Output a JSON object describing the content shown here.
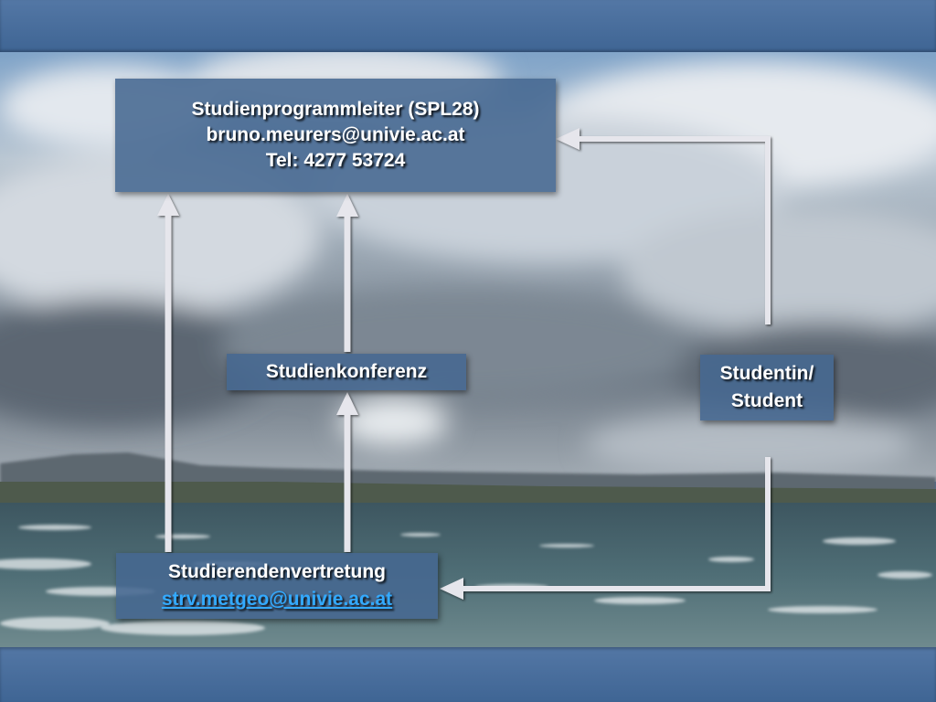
{
  "programme_director": {
    "title": "Studienprogrammleiter (SPL28)",
    "email": "bruno.meurers@univie.ac.at",
    "phone": "Tel: 4277 53724"
  },
  "conference": {
    "label": "Studienkonferenz"
  },
  "student": {
    "line1": "Studentin/",
    "line2": "Student"
  },
  "representation": {
    "title": "Studierendenvertretung",
    "email": "strv.metgeo@univie.ac.at"
  },
  "colors": {
    "band": "#4a6d9a",
    "box": "#466891",
    "arrow": "#e6e6ec",
    "link": "#33aaff"
  }
}
